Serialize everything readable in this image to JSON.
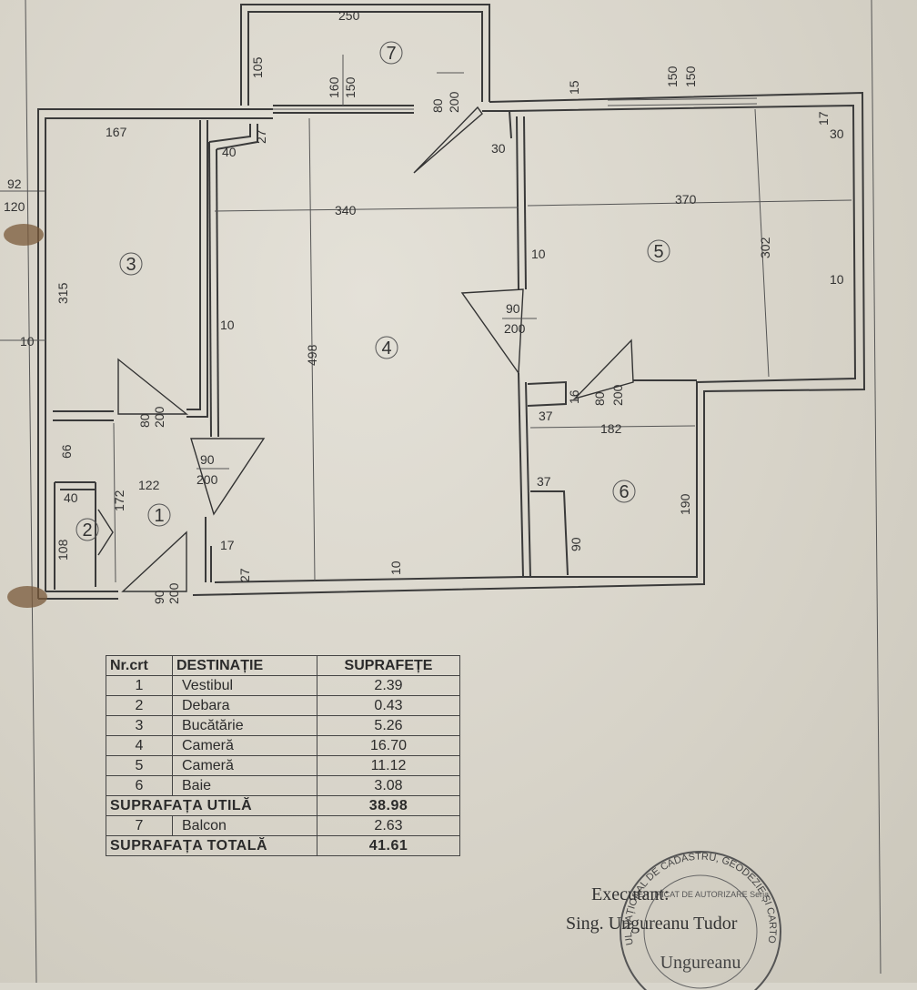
{
  "plan": {
    "rooms": [
      "1",
      "2",
      "3",
      "4",
      "5",
      "6",
      "7"
    ],
    "dimensions": {
      "balcony_width": "250",
      "balcony_h": "105",
      "balcony_window_a": "160",
      "balcony_window_b": "150",
      "balcony_door_a": "80",
      "balcony_door_b": "200",
      "kitchen_width": "167",
      "side_92": "92",
      "side_120": "120",
      "kitchen_height": "315",
      "wall_10_left": "10",
      "wall_10_a": "10",
      "wall_10_b": "10",
      "wall_10_c": "10",
      "wall_10_d": "10",
      "kitchen_door_a": "80",
      "kitchen_door_b": "200",
      "d40": "40",
      "d27": "27",
      "room4_width": "340",
      "room4_height": "498",
      "d30a": "30",
      "d15": "15",
      "win5_a": "150",
      "win5_b": "150",
      "d17a": "17",
      "d30b": "30",
      "room5_width": "370",
      "room5_height": "302",
      "door5_a": "90",
      "door5_b": "200",
      "d66": "66",
      "d122": "122",
      "d172": "172",
      "d40b": "40",
      "d108": "108",
      "door1_a": "90",
      "door1_b": "200",
      "door_entry_a": "90",
      "door_entry_b": "200",
      "d17b": "17",
      "d27b": "27",
      "bath_door_a": "80",
      "bath_door_b": "200",
      "d16": "16",
      "d37a": "37",
      "d182": "182",
      "d37b": "37",
      "d190": "190",
      "d90": "90"
    }
  },
  "table": {
    "headers": [
      "Nr.crt",
      "DESTINAȚIE",
      "SUPRAFEȚE"
    ],
    "rows": [
      {
        "nr": "1",
        "name": "Vestibul",
        "area": "2.39"
      },
      {
        "nr": "2",
        "name": "Debara",
        "area": "0.43"
      },
      {
        "nr": "3",
        "name": "Bucătărie",
        "area": "5.26"
      },
      {
        "nr": "4",
        "name": "Cameră",
        "area": "16.70"
      },
      {
        "nr": "5",
        "name": "Cameră",
        "area": "11.12"
      },
      {
        "nr": "6",
        "name": "Baie",
        "area": "3.08"
      }
    ],
    "util_label": "SUPRAFAȚA UTILĂ",
    "util_value": "38.98",
    "balcony": {
      "nr": "7",
      "name": "Balcon",
      "area": "2.63"
    },
    "total_label": "SUPRAFAȚA TOTALĂ",
    "total_value": "41.61"
  },
  "signature": {
    "executant": "Executant:",
    "engineer": "Sing. Ungureanu Tudor",
    "stamp_ring": "UL NAȚIONAL DE CADASTRU, GEODEZIE ȘI CARTOGRAFIE",
    "stamp_center": "CERTIFICAT DE AUTORIZARE Seria",
    "stamp_name": "Ungureanu"
  }
}
